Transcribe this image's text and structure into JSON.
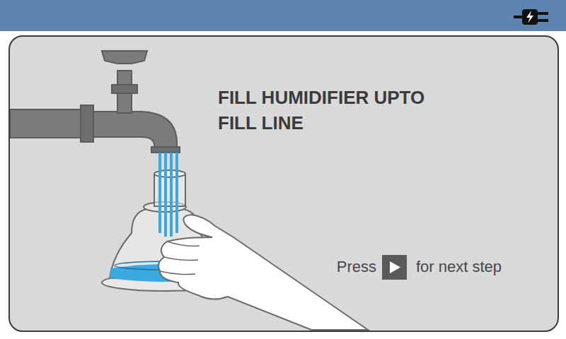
{
  "diagram": {
    "nodes": [
      {
        "text": [
          "FILL HUMIDIFIER UPTO FILL LINE",
          "Press",
          "for next step"
        ]
      }
    ]
  }
}
